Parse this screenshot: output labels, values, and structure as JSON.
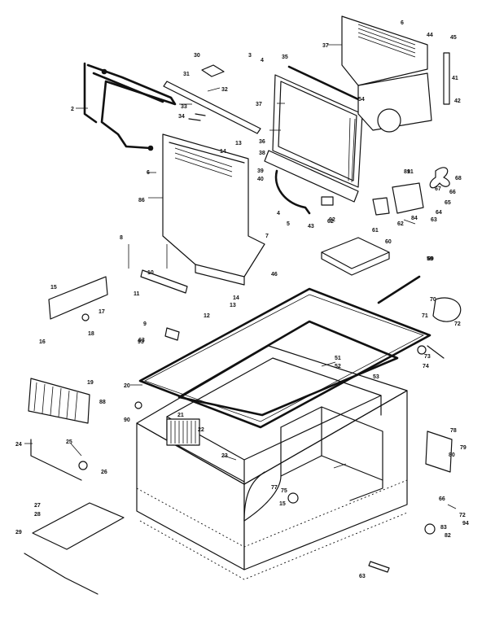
{
  "callouts": [
    {
      "text": "2"
    },
    {
      "text": "4"
    },
    {
      "text": "3"
    },
    {
      "text": "4"
    },
    {
      "text": "5"
    },
    {
      "text": "6"
    },
    {
      "text": "6"
    },
    {
      "text": "7"
    },
    {
      "text": "8"
    },
    {
      "text": "9"
    },
    {
      "text": "10"
    },
    {
      "text": "11"
    },
    {
      "text": "12"
    },
    {
      "text": "13"
    },
    {
      "text": "13"
    },
    {
      "text": "14"
    },
    {
      "text": "14"
    },
    {
      "text": "15"
    },
    {
      "text": "15"
    },
    {
      "text": "16"
    },
    {
      "text": "17"
    },
    {
      "text": "18"
    },
    {
      "text": "19"
    },
    {
      "text": "20"
    },
    {
      "text": "21"
    },
    {
      "text": "22"
    },
    {
      "text": "23"
    },
    {
      "text": "24"
    },
    {
      "text": "25"
    },
    {
      "text": "26"
    },
    {
      "text": "27"
    },
    {
      "text": "28"
    },
    {
      "text": "29"
    },
    {
      "text": "30"
    },
    {
      "text": "31"
    },
    {
      "text": "32"
    },
    {
      "text": "33"
    },
    {
      "text": "34"
    },
    {
      "text": "35"
    },
    {
      "text": "36"
    },
    {
      "text": "37"
    },
    {
      "text": "37"
    },
    {
      "text": "38"
    },
    {
      "text": "39"
    },
    {
      "text": "40"
    },
    {
      "text": "41"
    },
    {
      "text": "42"
    },
    {
      "text": "43"
    },
    {
      "text": "44"
    },
    {
      "text": "45"
    },
    {
      "text": "46"
    },
    {
      "text": "51"
    },
    {
      "text": "52"
    },
    {
      "text": "53"
    },
    {
      "text": "54"
    },
    {
      "text": "59"
    },
    {
      "text": "60"
    },
    {
      "text": "61"
    },
    {
      "text": "62"
    },
    {
      "text": "62"
    },
    {
      "text": "63"
    },
    {
      "text": "63"
    },
    {
      "text": "63"
    },
    {
      "text": "64"
    },
    {
      "text": "65"
    },
    {
      "text": "66"
    },
    {
      "text": "66"
    },
    {
      "text": "67"
    },
    {
      "text": "68"
    },
    {
      "text": "69"
    },
    {
      "text": "70"
    },
    {
      "text": "71"
    },
    {
      "text": "72"
    },
    {
      "text": "72"
    },
    {
      "text": "73"
    },
    {
      "text": "74"
    },
    {
      "text": "75"
    },
    {
      "text": "77"
    },
    {
      "text": "78"
    },
    {
      "text": "79"
    },
    {
      "text": "80"
    },
    {
      "text": "81"
    },
    {
      "text": "82"
    },
    {
      "text": "83"
    },
    {
      "text": "84"
    },
    {
      "text": "86"
    },
    {
      "text": "88"
    },
    {
      "text": "90"
    },
    {
      "text": "91"
    },
    {
      "text": "92"
    },
    {
      "text": "93"
    },
    {
      "text": "94"
    }
  ]
}
